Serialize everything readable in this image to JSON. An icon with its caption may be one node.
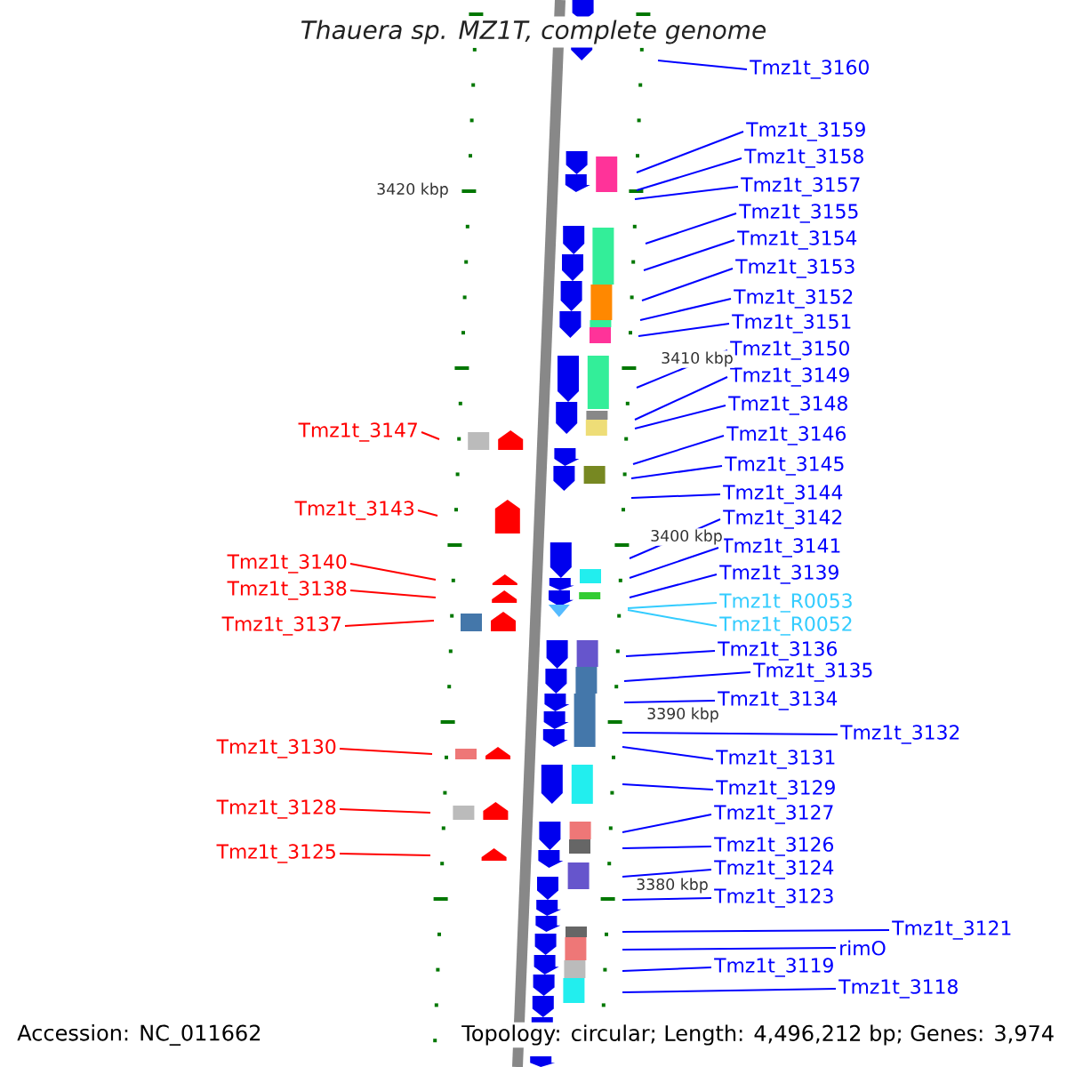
{
  "diagram": {
    "title": "Thauera sp. MZ1T, complete genome",
    "nodes": [
      {
        "text": [
          "Tmz1t_3160"
        ]
      },
      {
        "text": [
          "Tmz1t_3159"
        ]
      },
      {
        "text": [
          "Tmz1t_3158"
        ]
      },
      {
        "text": [
          "Tmz1t_3157"
        ]
      },
      {
        "text": [
          "Tmz1t_3155"
        ]
      },
      {
        "text": [
          "Tmz1t_3154"
        ]
      },
      {
        "text": [
          "Tmz1t_3153"
        ]
      },
      {
        "text": [
          "Tmz1t_3152"
        ]
      },
      {
        "text": [
          "Tmz1t_3151"
        ]
      },
      {
        "text": [
          "Tmz1t_3150"
        ]
      },
      {
        "text": [
          "Tmz1t_3149"
        ]
      },
      {
        "text": [
          "Tmz1t_3148"
        ]
      },
      {
        "text": [
          "Tmz1t_3147"
        ]
      },
      {
        "text": [
          "Tmz1t_3146"
        ]
      },
      {
        "text": [
          "Tmz1t_3145"
        ]
      },
      {
        "text": [
          "Tmz1t_3143"
        ]
      },
      {
        "text": [
          "Tmz1t_3144"
        ]
      },
      {
        "text": [
          "Tmz1t_3142"
        ]
      },
      {
        "text": [
          "Tmz1t_3141"
        ]
      },
      {
        "text": [
          "Tmz1t_3140"
        ]
      },
      {
        "text": [
          "Tmz1t_3139"
        ]
      },
      {
        "text": [
          "Tmz1t_3138"
        ]
      },
      {
        "text": [
          "Tmz1t_R0053"
        ]
      },
      {
        "text": [
          "Tmz1t_3137"
        ]
      },
      {
        "text": [
          "Tmz1t_R0052"
        ]
      },
      {
        "text": [
          "Tmz1t_3136"
        ]
      },
      {
        "text": [
          "Tmz1t_3135"
        ]
      },
      {
        "text": [
          "Tmz1t_3134"
        ]
      },
      {
        "text": [
          "Tmz1t_3132"
        ]
      },
      {
        "text": [
          "Tmz1t_3130"
        ]
      },
      {
        "text": [
          "Tmz1t_3131"
        ]
      },
      {
        "text": [
          "Tmz1t_3129"
        ]
      },
      {
        "text": [
          "Tmz1t_3128"
        ]
      },
      {
        "text": [
          "Tmz1t_3127"
        ]
      },
      {
        "text": [
          "Tmz1t_3126"
        ]
      },
      {
        "text": [
          "Tmz1t_3125"
        ]
      },
      {
        "text": [
          "Tmz1t_3124"
        ]
      },
      {
        "text": [
          "Tmz1t_3123"
        ]
      },
      {
        "text": [
          "Tmz1t_3121"
        ]
      },
      {
        "text": [
          "rimO"
        ]
      },
      {
        "text": [
          "Tmz1t_3119"
        ]
      },
      {
        "text": [
          "Tmz1t_3118"
        ]
      }
    ],
    "edges": [
      {
        "from": 0,
        "to": null,
        "arrow": "none"
      },
      {
        "from": 1,
        "to": null,
        "arrow": "none"
      },
      {
        "from": 2,
        "to": null,
        "arrow": "none"
      },
      {
        "from": 3,
        "to": null,
        "arrow": "none"
      },
      {
        "from": 4,
        "to": null,
        "arrow": "none"
      },
      {
        "from": 5,
        "to": null,
        "arrow": "none"
      },
      {
        "from": 6,
        "to": null,
        "arrow": "none"
      },
      {
        "from": 7,
        "to": null,
        "arrow": "none"
      },
      {
        "from": 8,
        "to": null,
        "arrow": "none"
      },
      {
        "from": 9,
        "to": null,
        "arrow": "none"
      },
      {
        "from": 10,
        "to": null,
        "arrow": "none"
      },
      {
        "from": 11,
        "to": null,
        "arrow": "none"
      },
      {
        "from": 12,
        "to": null,
        "arrow": "none",
        "color": "#ff0000"
      },
      {
        "from": 13,
        "to": null,
        "arrow": "none"
      },
      {
        "from": 14,
        "to": null,
        "arrow": "none"
      },
      {
        "from": 15,
        "to": null,
        "arrow": "none",
        "color": "#ff0000"
      },
      {
        "from": 16,
        "to": null,
        "arrow": "none"
      },
      {
        "from": 17,
        "to": null,
        "arrow": "none"
      },
      {
        "from": 18,
        "to": null,
        "arrow": "none"
      },
      {
        "from": 19,
        "to": null,
        "arrow": "none",
        "color": "#ff0000"
      },
      {
        "from": 20,
        "to": null,
        "arrow": "none"
      },
      {
        "from": 21,
        "to": null,
        "arrow": "none",
        "color": "#ff0000"
      },
      {
        "from": 22,
        "to": null,
        "arrow": "none",
        "color": "#33ccff"
      },
      {
        "from": 23,
        "to": null,
        "arrow": "none",
        "color": "#ff0000"
      },
      {
        "from": 24,
        "to": null,
        "arrow": "none",
        "color": "#33ccff"
      },
      {
        "from": 25,
        "to": null,
        "arrow": "none"
      },
      {
        "from": 26,
        "to": null,
        "arrow": "none"
      },
      {
        "from": 27,
        "to": null,
        "arrow": "none"
      },
      {
        "from": 28,
        "to": null,
        "arrow": "none"
      },
      {
        "from": 29,
        "to": null,
        "arrow": "none",
        "color": "#ff0000"
      },
      {
        "from": 30,
        "to": null,
        "arrow": "none"
      },
      {
        "from": 31,
        "to": null,
        "arrow": "none"
      },
      {
        "from": 32,
        "to": null,
        "arrow": "none",
        "color": "#ff0000"
      },
      {
        "from": 33,
        "to": null,
        "arrow": "none"
      },
      {
        "from": 34,
        "to": null,
        "arrow": "none"
      },
      {
        "from": 35,
        "to": null,
        "arrow": "none",
        "color": "#ff0000"
      },
      {
        "from": 36,
        "to": null,
        "arrow": "none"
      },
      {
        "from": 37,
        "to": null,
        "arrow": "none"
      },
      {
        "from": 38,
        "to": null,
        "arrow": "none"
      },
      {
        "from": 39,
        "to": null,
        "arrow": "none"
      },
      {
        "from": 40,
        "to": null,
        "arrow": "none"
      },
      {
        "from": 41,
        "to": null,
        "arrow": "none"
      }
    ],
    "labels": [
      "3420 kbp",
      "3410 kbp",
      "3400 kbp",
      "3390 kbp",
      "3380 kbp",
      "Accession: NC_011662",
      "Topology: circular; Length: 4,496,212 bp; Genes: 3,974"
    ]
  }
}
